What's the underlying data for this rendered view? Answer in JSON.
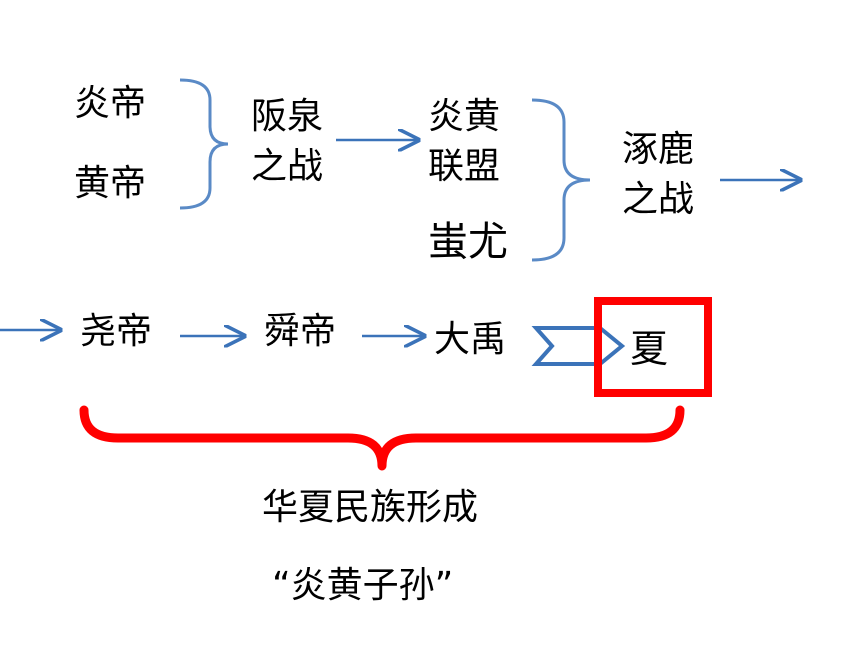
{
  "row1": {
    "group1": [
      "炎帝",
      "黄帝"
    ],
    "battle1": [
      "阪泉",
      "之战"
    ],
    "alliance": [
      "炎黄",
      "联盟"
    ],
    "chiyou": "蚩尤",
    "battle2": [
      "涿鹿",
      "之战"
    ]
  },
  "row2": {
    "yao": "尧帝",
    "shun": "舜帝",
    "yu": "大禹",
    "xia": "夏"
  },
  "conclusion": {
    "line1": "华夏民族形成",
    "line2": "“炎黄子孙”"
  },
  "colors": {
    "arrow_blue": "#3b73b9",
    "brace_blue": "#5a8ac6",
    "highlight_red": "#ff0000"
  }
}
